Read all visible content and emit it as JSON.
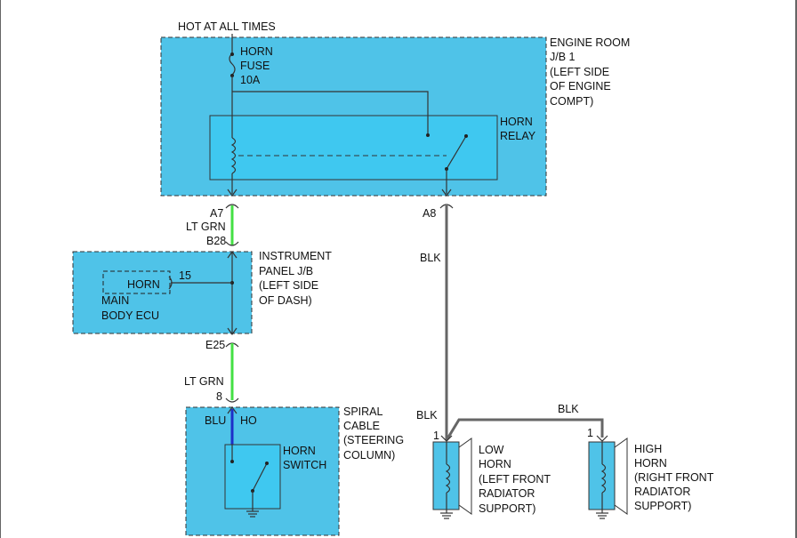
{
  "labels": {
    "hot": "HOT AT ALL TIMES",
    "fuse": [
      "HORN",
      "FUSE",
      "10A"
    ],
    "engine_room": [
      "ENGINE ROOM",
      "J/B 1",
      "(LEFT SIDE",
      "OF ENGINE",
      "COMPT)"
    ],
    "relay": [
      "HORN",
      "RELAY"
    ],
    "a7": "A7",
    "a8": "A8",
    "lt_grn_1": "LT GRN",
    "b28": "B28",
    "instrument_panel": [
      "INSTRUMENT",
      "PANEL J/B",
      "(LEFT SIDE",
      "OF DASH)"
    ],
    "ecu_horn": "HORN",
    "pin15": "15",
    "main_body_ecu": [
      "MAIN",
      "BODY ECU"
    ],
    "e25": "E25",
    "lt_grn_2": "LT GRN",
    "pin8": "8",
    "blk_main": "BLK",
    "blu": "BLU",
    "ho": "HO",
    "spiral": [
      "SPIRAL",
      "CABLE",
      "(STEERING",
      "COLUMN)"
    ],
    "horn_switch": [
      "HORN",
      "SWITCH"
    ],
    "blk_low": "BLK",
    "blk_high": "BLK",
    "pin1_low": "1",
    "pin1_high": "1",
    "low_horn": [
      "LOW",
      "HORN",
      "(LEFT FRONT",
      "RADIATOR",
      "SUPPORT)"
    ],
    "high_horn": [
      "HIGH",
      "HORN",
      "(RIGHT FRONT",
      "RADIATOR",
      "SUPPORT)"
    ]
  },
  "colors": {
    "box_fill": "#4fc3e8",
    "wire_lt_grn": "#44e044",
    "wire_blk": "#666666",
    "wire_blu": "#1e2fc8"
  }
}
